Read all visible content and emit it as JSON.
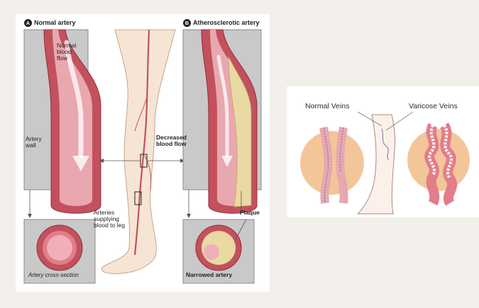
{
  "left_figure": {
    "panel_a": {
      "badge": "A",
      "title": "Normal artery"
    },
    "panel_b": {
      "badge": "B",
      "title": "Atherosclerotic artery"
    },
    "labels": {
      "normal_flow": "Normal\nblood\nflow",
      "artery_wall": "Artery\nwall",
      "decreased_flow": "Decreased\nblood flow",
      "arteries_supplying": "Arteries\nsupplying\nblood to leg",
      "plaque": "Plaque",
      "cross_section": "Artery cross-section",
      "narrowed": "Narrowed artery"
    }
  },
  "right_figure": {
    "labels": {
      "normal_veins": "Normal Veins",
      "varicose_veins": "Varicose Veins"
    }
  },
  "colors": {
    "artery_red": "#c2515d",
    "artery_pink": "#e9a7b0",
    "plaque_yellow": "#e9d9a2",
    "skin": "#f6e4d4",
    "vein_circle": "#f3c69a",
    "gray_box": "#c9c9c9"
  }
}
